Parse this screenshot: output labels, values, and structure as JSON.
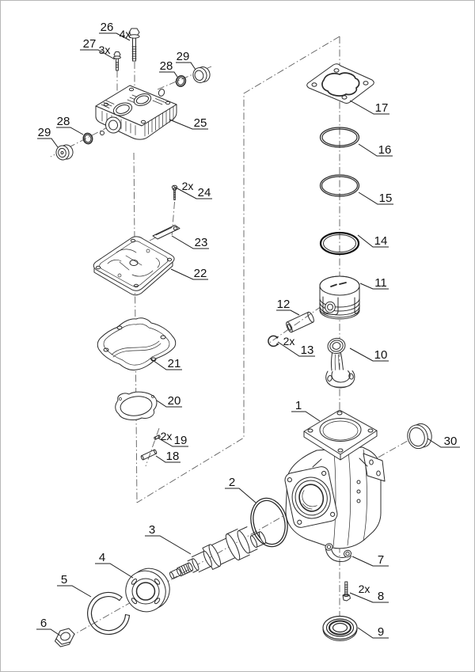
{
  "page": {
    "background": "#ffffff",
    "border_color": "#b6b6b6",
    "line_color": "#2b2b2b",
    "centerline_color": "#5f5f5f"
  },
  "callouts": {
    "1": {
      "label": "1"
    },
    "2": {
      "label": "2"
    },
    "3": {
      "label": "3"
    },
    "4": {
      "label": "4"
    },
    "5": {
      "label": "5"
    },
    "6": {
      "label": "6"
    },
    "7": {
      "label": "7"
    },
    "8": {
      "label": "8",
      "qty": "2x"
    },
    "9": {
      "label": "9"
    },
    "10": {
      "label": "10"
    },
    "11": {
      "label": "11"
    },
    "12": {
      "label": "12"
    },
    "13": {
      "label": "13",
      "qty": "2x"
    },
    "14": {
      "label": "14"
    },
    "15": {
      "label": "15"
    },
    "16": {
      "label": "16"
    },
    "17": {
      "label": "17"
    },
    "18": {
      "label": "18"
    },
    "19": {
      "label": "19",
      "qty": "2x"
    },
    "20": {
      "label": "20"
    },
    "21": {
      "label": "21"
    },
    "22": {
      "label": "22"
    },
    "23": {
      "label": "23"
    },
    "24": {
      "label": "24",
      "qty": "2x"
    },
    "25": {
      "label": "25"
    },
    "26": {
      "label": "26",
      "qty": "4x"
    },
    "27": {
      "label": "27",
      "qty": "3x"
    },
    "28_top": {
      "label": "28"
    },
    "28_left": {
      "label": "28"
    },
    "29_top": {
      "label": "29"
    },
    "29_left": {
      "label": "29"
    },
    "30": {
      "label": "30"
    }
  }
}
